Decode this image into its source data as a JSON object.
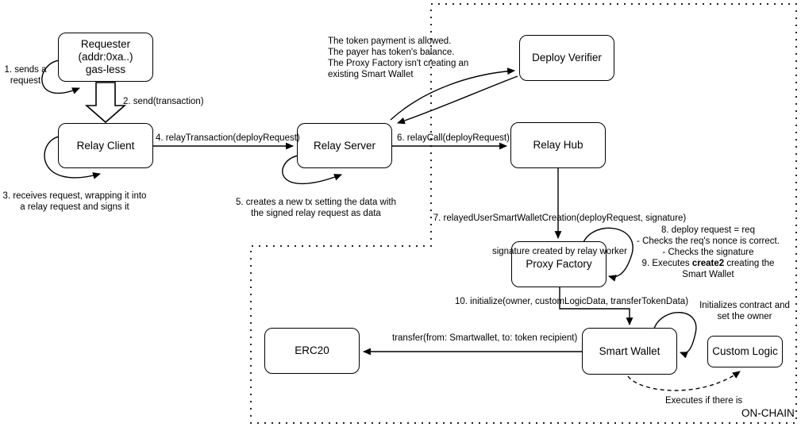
{
  "diagram": {
    "nodes": {
      "requester": "Requester\n(addr:0xa..)\ngas-less",
      "relay_client": "Relay Client",
      "relay_server": "Relay Server",
      "deploy_verifier": "Deploy Verifier",
      "relay_hub": "Relay Hub",
      "proxy_factory": "Proxy Factory",
      "smart_wallet": "Smart Wallet",
      "erc20": "ERC20",
      "custom_logic": "Custom Logic"
    },
    "labels": {
      "step1": "1. sends a\nrequest",
      "step2": "2. send(transaction)",
      "step3": "3. receives request, wrapping it into\na relay request and signs it",
      "step4": "4. relayTransaction(deployRequest)",
      "step5": "5. creates a new tx setting the data with\nthe signed relay request as data",
      "step6": "6. relayCall(deployRequest)",
      "step7_line1": "7. relayedUserSmartWalletCreation(deployRequest, signature)",
      "step7_line2": "signature created by relay worker",
      "verifier_note": "The token payment is allowed.\nThe payer has token's balance.\nThe Proxy Factory isn't creating an\nexisting Smart Wallet",
      "checks_line1": "8. deploy request = req",
      "checks_line2": "- Checks the req's nonce is correct.",
      "checks_line3": "- Checks the signature",
      "checks_line4_pre": "9. Executes ",
      "checks_line4_bold": "create2",
      "checks_line4_post": " creating the",
      "checks_line5": "Smart Wallet",
      "step10": "10. initialize(owner, customLogicData, transferTokenData)",
      "init_note": "Initializes contract and\nset the owner",
      "transfer": "transfer(from: Smartwallet, to: token recipient)",
      "executes_note": "Executes if there is",
      "on_chain": "ON-CHAIN"
    }
  }
}
